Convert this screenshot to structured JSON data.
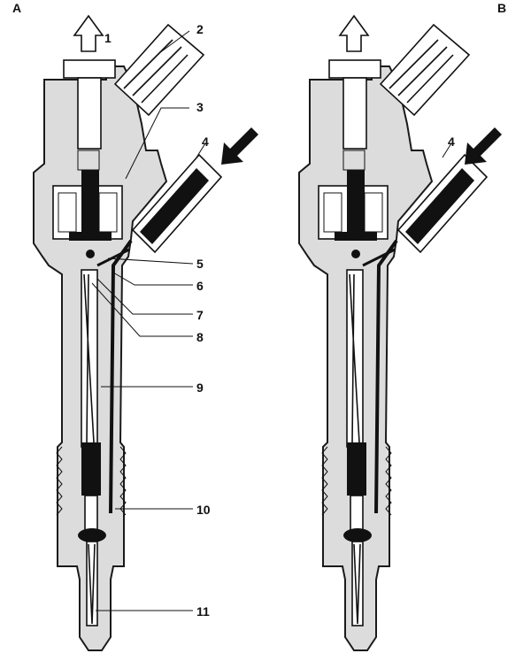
{
  "panels": [
    {
      "id": "A",
      "label": "A"
    },
    {
      "id": "B",
      "label": "B"
    }
  ],
  "callouts_a": [
    "1",
    "2",
    "3",
    "4",
    "5",
    "6",
    "7",
    "8",
    "9",
    "10",
    "11"
  ],
  "callouts_b": [
    "4"
  ],
  "colors": {
    "body": "#dcdcdc",
    "ink": "#111111",
    "background": "#ffffff"
  }
}
